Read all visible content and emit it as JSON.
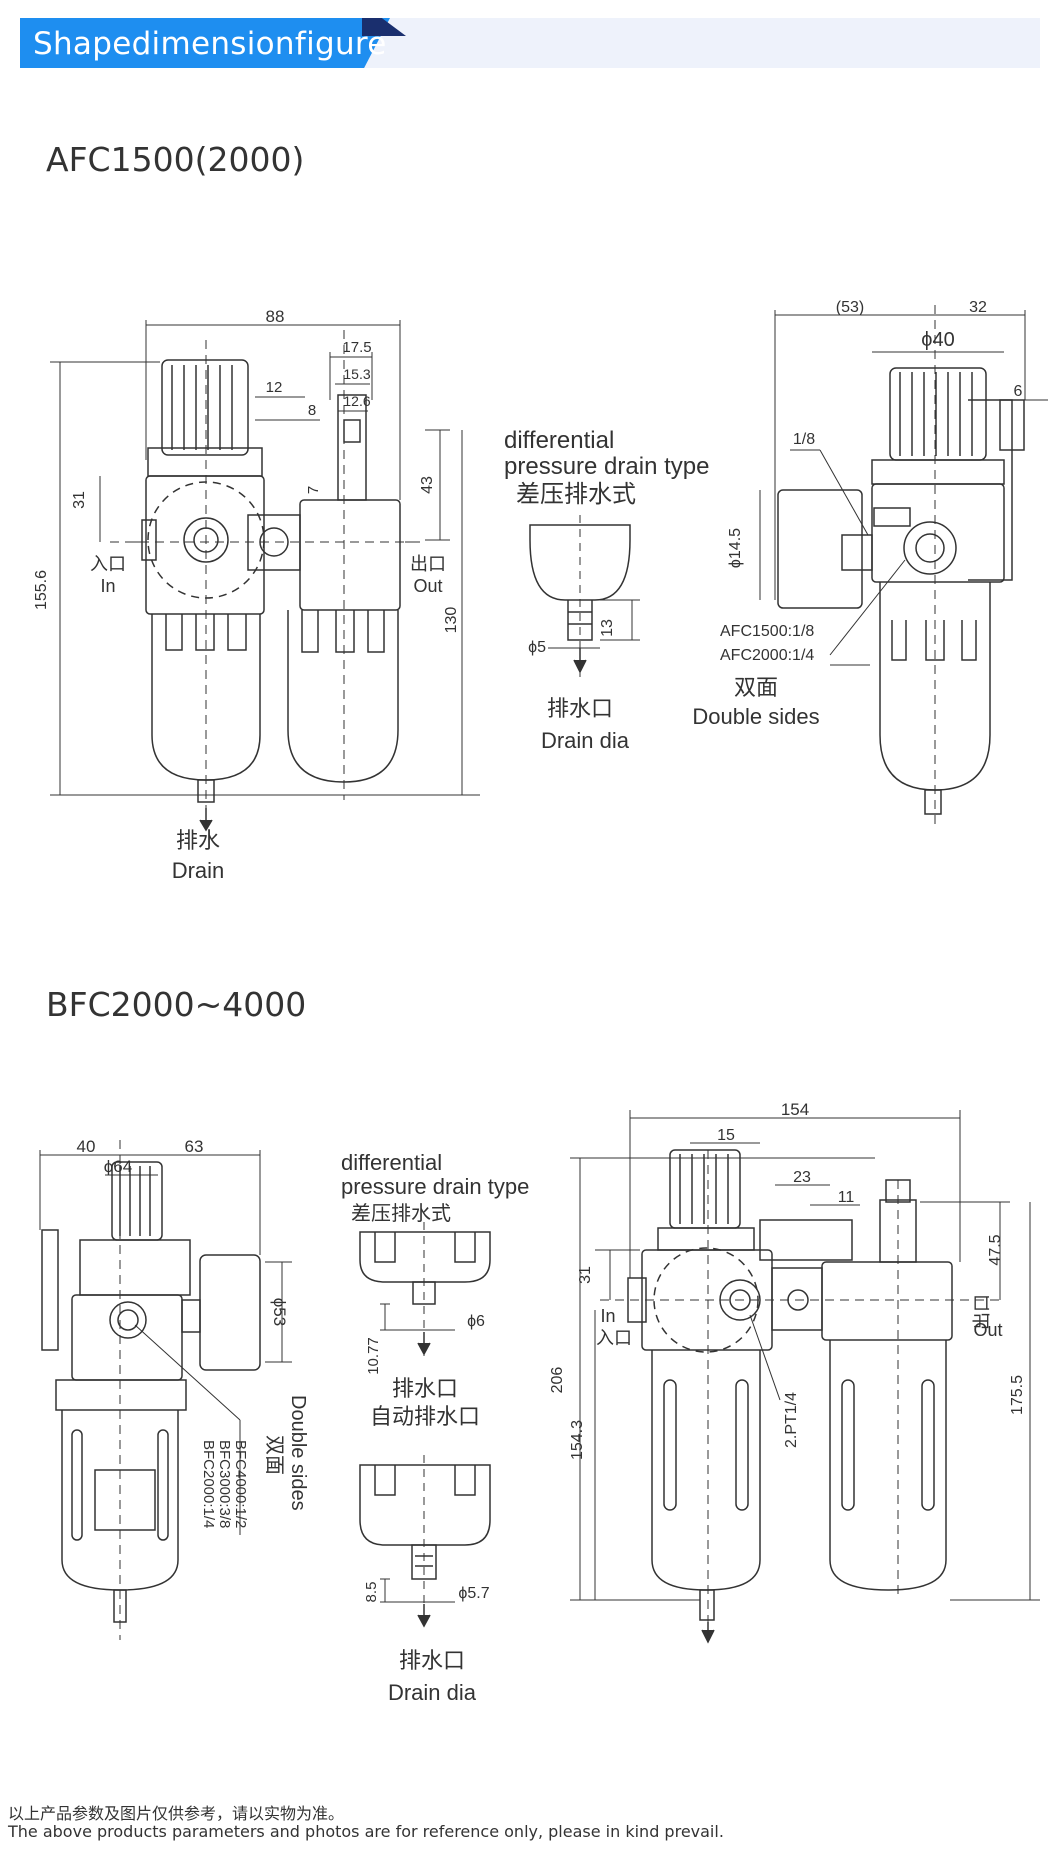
{
  "header": {
    "title": "Shapedimensionfigure"
  },
  "afc": {
    "title": "AFC1500(2000)",
    "dims": {
      "d88": "88",
      "d17_5": "17.5",
      "d15_3": "15.3",
      "d12_6": "12.6",
      "d12": "12",
      "d8": "8",
      "d7": "7",
      "d31": "31",
      "d43": "43",
      "d155_6": "155.6",
      "d130": "130",
      "d53": "(53)",
      "d32": "32",
      "d40": "ϕ40",
      "d6": "6",
      "d1_8": "1/8",
      "d14_5": "ϕ14.5",
      "d5": "ϕ5",
      "d13": "13"
    },
    "labels": {
      "in_cn": "入口",
      "in_en": "In",
      "out_cn": "出口",
      "out_en": "Out",
      "drain_cn": "排水",
      "drain_en": "Drain",
      "diff_en1": "differential",
      "diff_en2": "pressure drain type",
      "diff_cn": "差压排水式",
      "drainport_cn": "排水口",
      "drainport_en": "Drain dia",
      "port1": "AFC1500:1/8",
      "port2": "AFC2000:1/4",
      "double_cn": "双面",
      "double_en": "Double sides"
    }
  },
  "bfc": {
    "title": "BFC2000~4000",
    "dims": {
      "d40": "40",
      "d63": "63",
      "d64": "ϕ64",
      "d53": "ϕ53",
      "d154": "154",
      "d15": "15",
      "d23": "23",
      "d11": "11",
      "d47_5": "47.5",
      "d31": "31",
      "d206": "206",
      "d154_3": "154.3",
      "d175_5": "175.5",
      "d2pt": "2.PT1/4",
      "d6": "ϕ6",
      "d10_77": "10.77",
      "d8_5": "8.5",
      "d5_7": "ϕ5.7"
    },
    "labels": {
      "port1": "BFC2000:1/4",
      "port2": "BFC3000:3/8",
      "port3": "BFC4000:1/2",
      "double_cn": "双面",
      "double_en": "Double sides",
      "diff_en1": "differential",
      "diff_en2": "pressure drain type",
      "diff_cn": "差压排水式",
      "drainport_cn": "排水口",
      "auto_cn": "自动排水口",
      "drainport2_cn": "排水口",
      "drainport_en": "Drain dia",
      "in_en": "In",
      "in_cn": "入口",
      "out_cn": "出口",
      "out_en": "Out"
    }
  },
  "footer": {
    "cn": "以上产品参数及图片仅供参考，请以实物为准。",
    "en": "The above products parameters and photos are for reference only, please in kind prevail."
  }
}
